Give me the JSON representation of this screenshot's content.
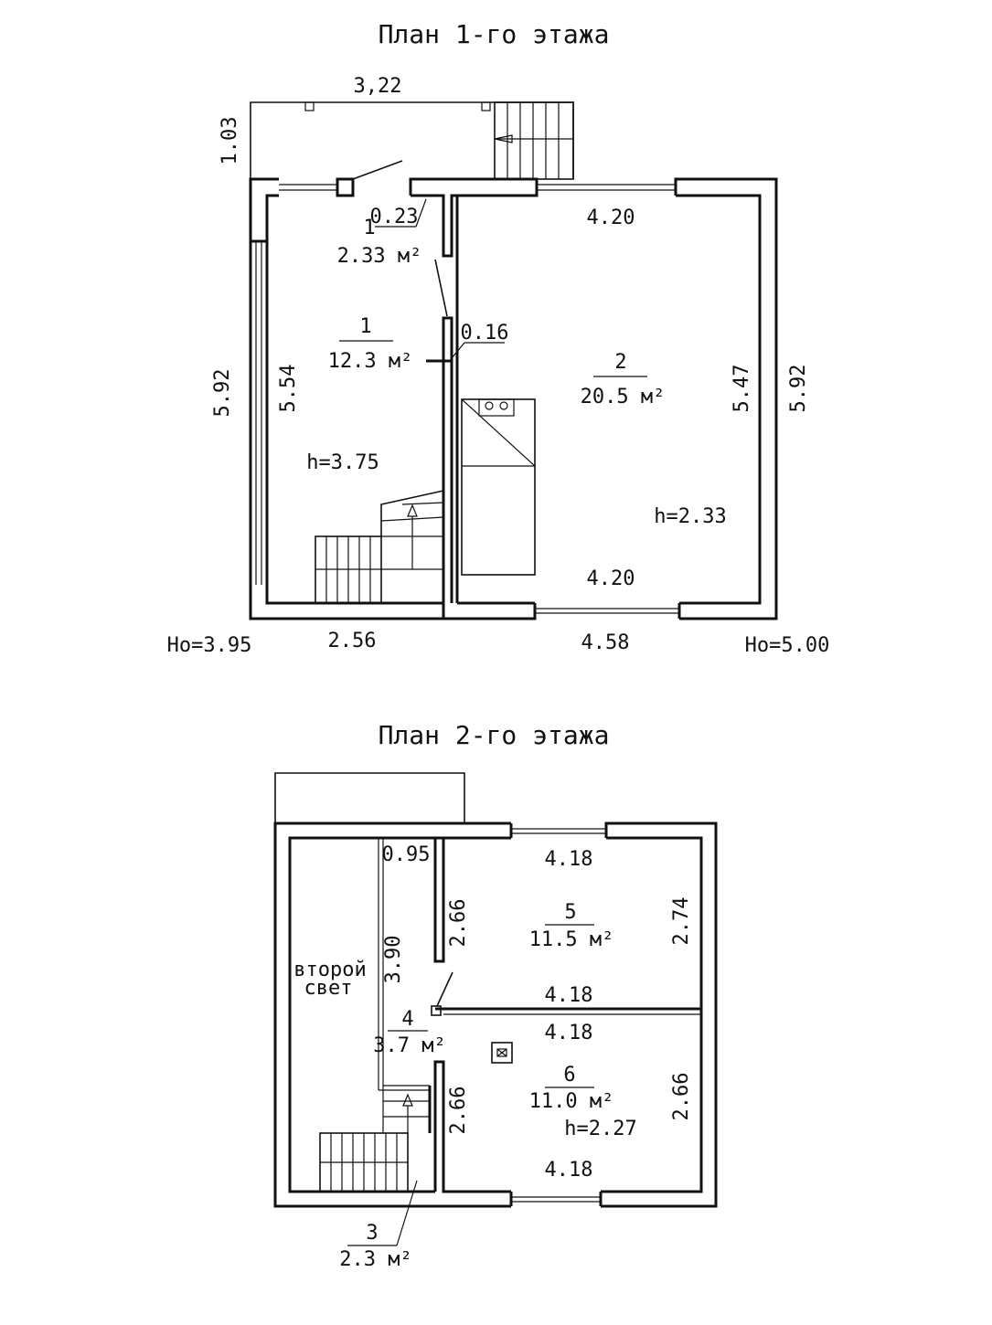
{
  "plan1": {
    "title": "План 1-го этажа",
    "dims": {
      "porch_top": "3,22",
      "porch_left": "1.03",
      "door_gap": "0.23",
      "wall_gap": "0.16",
      "room2_top": "4.20",
      "room2_bottom": "4.20",
      "room2_right": "5.47",
      "outer_right": "5.92",
      "outer_left": "5.92",
      "room1_left": "5.54",
      "bottom_left": "2.56",
      "bottom_right": "4.58"
    },
    "rooms": [
      {
        "num": "1",
        "area": "2.33 м²"
      },
      {
        "num": "1",
        "area": "12.3 м²",
        "height": "h=3.75"
      },
      {
        "num": "2",
        "area": "20.5 м²",
        "height": "h=2.33"
      }
    ],
    "elev_left": "Ho=3.95",
    "elev_right": "Ho=5.00"
  },
  "plan2": {
    "title": "План 2-го этажа",
    "dims": {
      "corridor_top": "0.95",
      "corridor_len": "3.90",
      "room5_top": "4.18",
      "room5_bottom": "4.18",
      "room5_left": "2.66",
      "room5_right": "2.74",
      "room6_top": "4.18",
      "room6_bottom": "4.18",
      "room6_left": "2.66",
      "room6_right": "2.66"
    },
    "void_label_1": "второй",
    "void_label_2": "свет",
    "rooms": [
      {
        "num": "3",
        "area": "2.3 м²"
      },
      {
        "num": "4",
        "area": "3.7 м²"
      },
      {
        "num": "5",
        "area": "11.5 м²"
      },
      {
        "num": "6",
        "area": "11.0 м²",
        "height": "h=2.27"
      }
    ]
  }
}
